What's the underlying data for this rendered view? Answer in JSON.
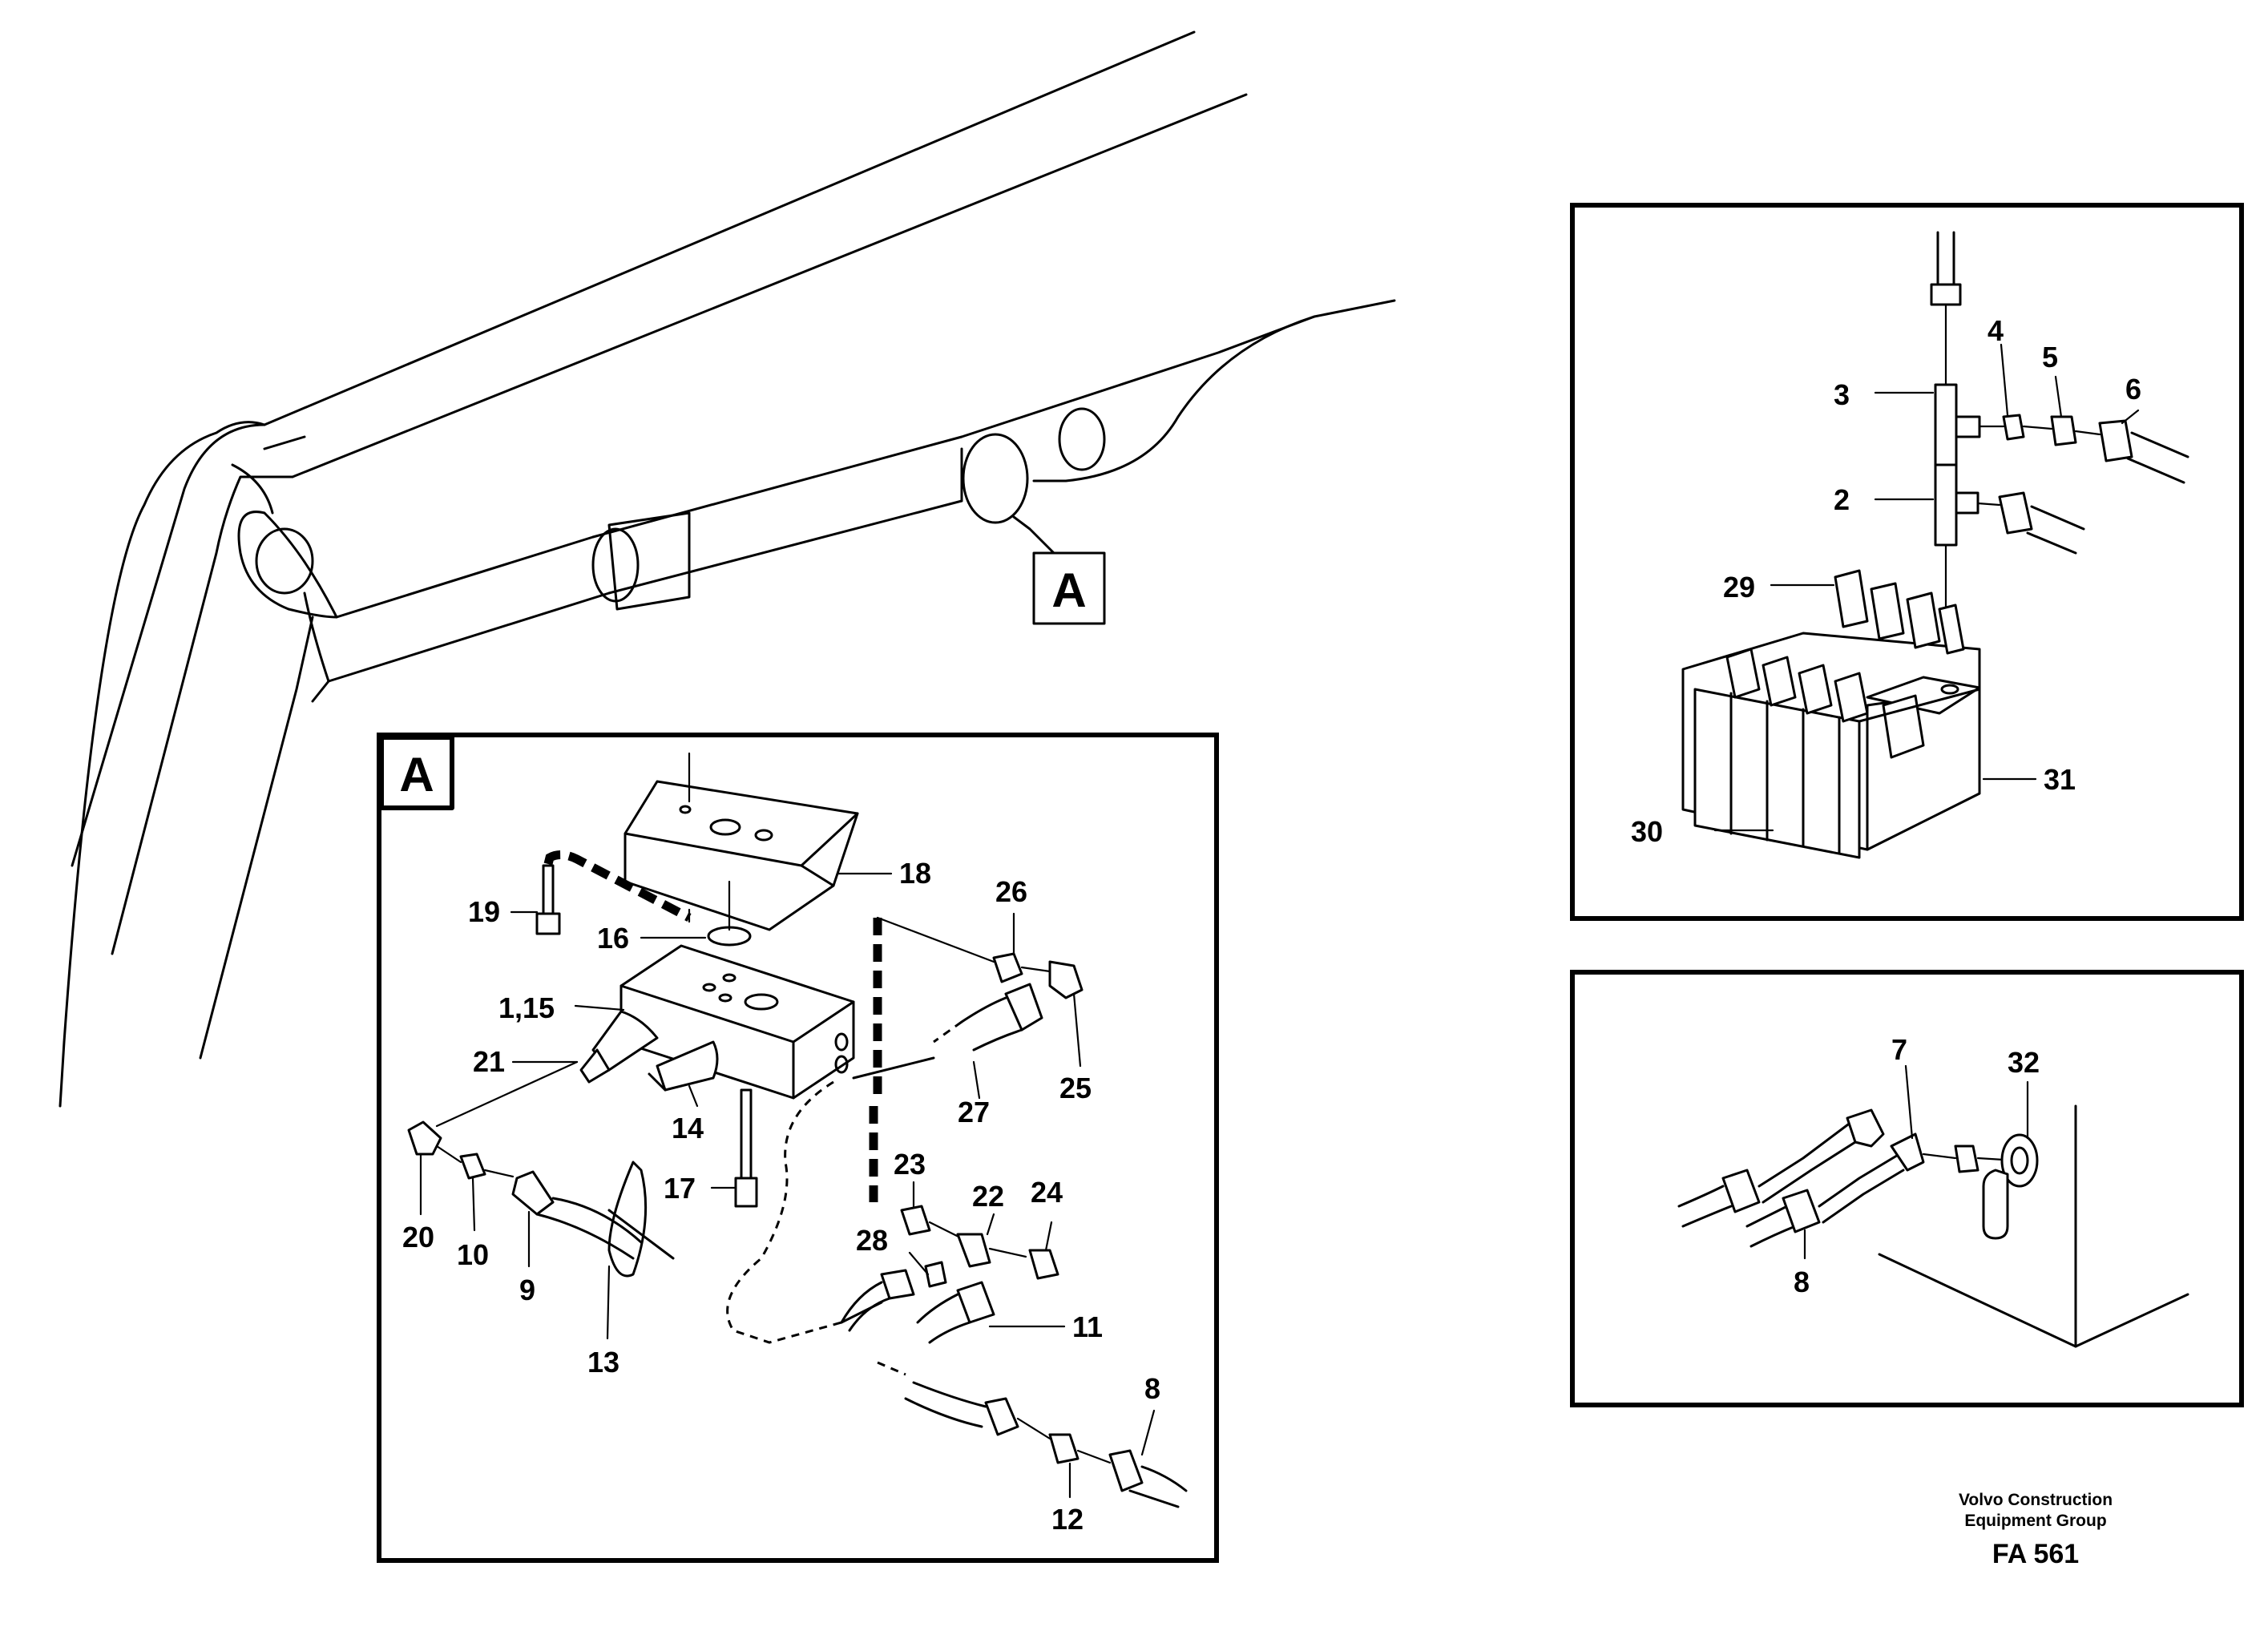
{
  "callout_main": "A",
  "detail_a": {
    "tag": "A",
    "labels": [
      "18",
      "19",
      "16",
      "1,15",
      "21",
      "14",
      "17",
      "20",
      "10",
      "9",
      "13",
      "26",
      "25",
      "27",
      "23",
      "22",
      "24",
      "28",
      "11",
      "8",
      "12"
    ]
  },
  "inset_upper": {
    "labels": [
      "3",
      "4",
      "5",
      "6",
      "2",
      "29",
      "31",
      "30"
    ]
  },
  "inset_lower": {
    "labels": [
      "7",
      "32",
      "8"
    ]
  },
  "credit": {
    "line1": "Volvo Construction",
    "line2": "Equipment Group",
    "code": "FA 561"
  }
}
